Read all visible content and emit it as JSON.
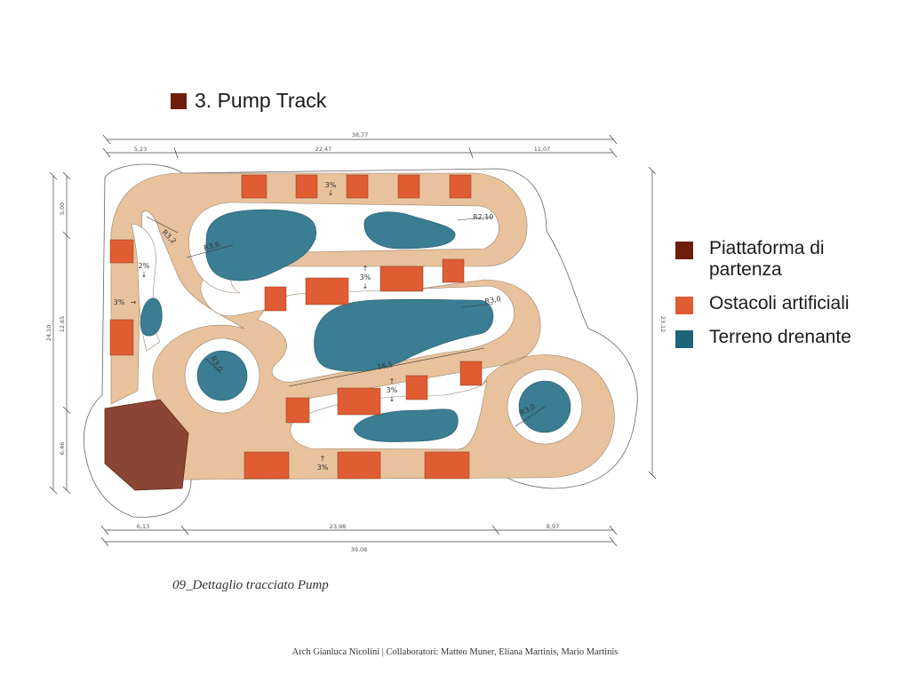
{
  "title": "3. Pump Track",
  "colors": {
    "platform": "#6e1d0c",
    "platform_fill": "#8b4535",
    "obstacles": "#e05c33",
    "track": "#e8c29d",
    "drainage": "#3b7d92",
    "outline": "#555555"
  },
  "legend": [
    {
      "label": "Piattaforma di partenza",
      "color": "#6e1d0c"
    },
    {
      "label": "Ostacoli artificiali",
      "color": "#e05c33"
    },
    {
      "label": "Terreno drenante",
      "color": "#1e6477"
    }
  ],
  "dimensions": {
    "top_total": "38,77",
    "top_segments": [
      "5,23",
      "22,47",
      "11,07"
    ],
    "bottom_total": "39,08",
    "bottom_segments": [
      "6,13",
      "23,98",
      "8,97"
    ],
    "left_total": "24,10",
    "left_segments": [
      "5,00",
      "12,65",
      "6,46"
    ],
    "right_total": "23,12"
  },
  "annotations": {
    "slopes": [
      "3%",
      "3%",
      "2%",
      "3%",
      "3%",
      "3%"
    ],
    "radii": [
      "R2,10",
      "R3,2",
      "R3,6",
      "R3,0",
      "R3,0",
      "R3,0"
    ],
    "length": "16,5"
  },
  "caption": "09_Dettaglio tracciato Pump",
  "credits": "Arch Gianluca Nicolini | Collaboratori: Matteo Muner, Eliana Martinis, Mario Martinis"
}
